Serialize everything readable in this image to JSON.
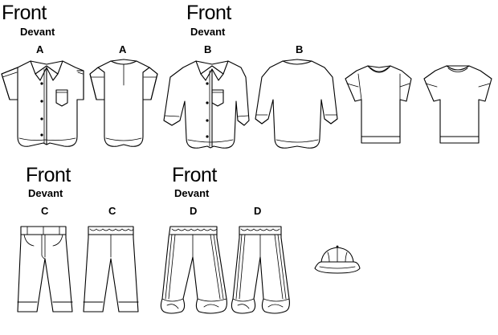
{
  "groups": [
    {
      "front": "Front",
      "devant": "Devant"
    },
    {
      "front": "Front",
      "devant": "Devant"
    },
    {
      "front": "Front",
      "devant": "Devant"
    },
    {
      "front": "Front",
      "devant": "Devant"
    }
  ],
  "view_letters": [
    "A",
    "A",
    "B",
    "B",
    "C",
    "C",
    "D",
    "D"
  ]
}
